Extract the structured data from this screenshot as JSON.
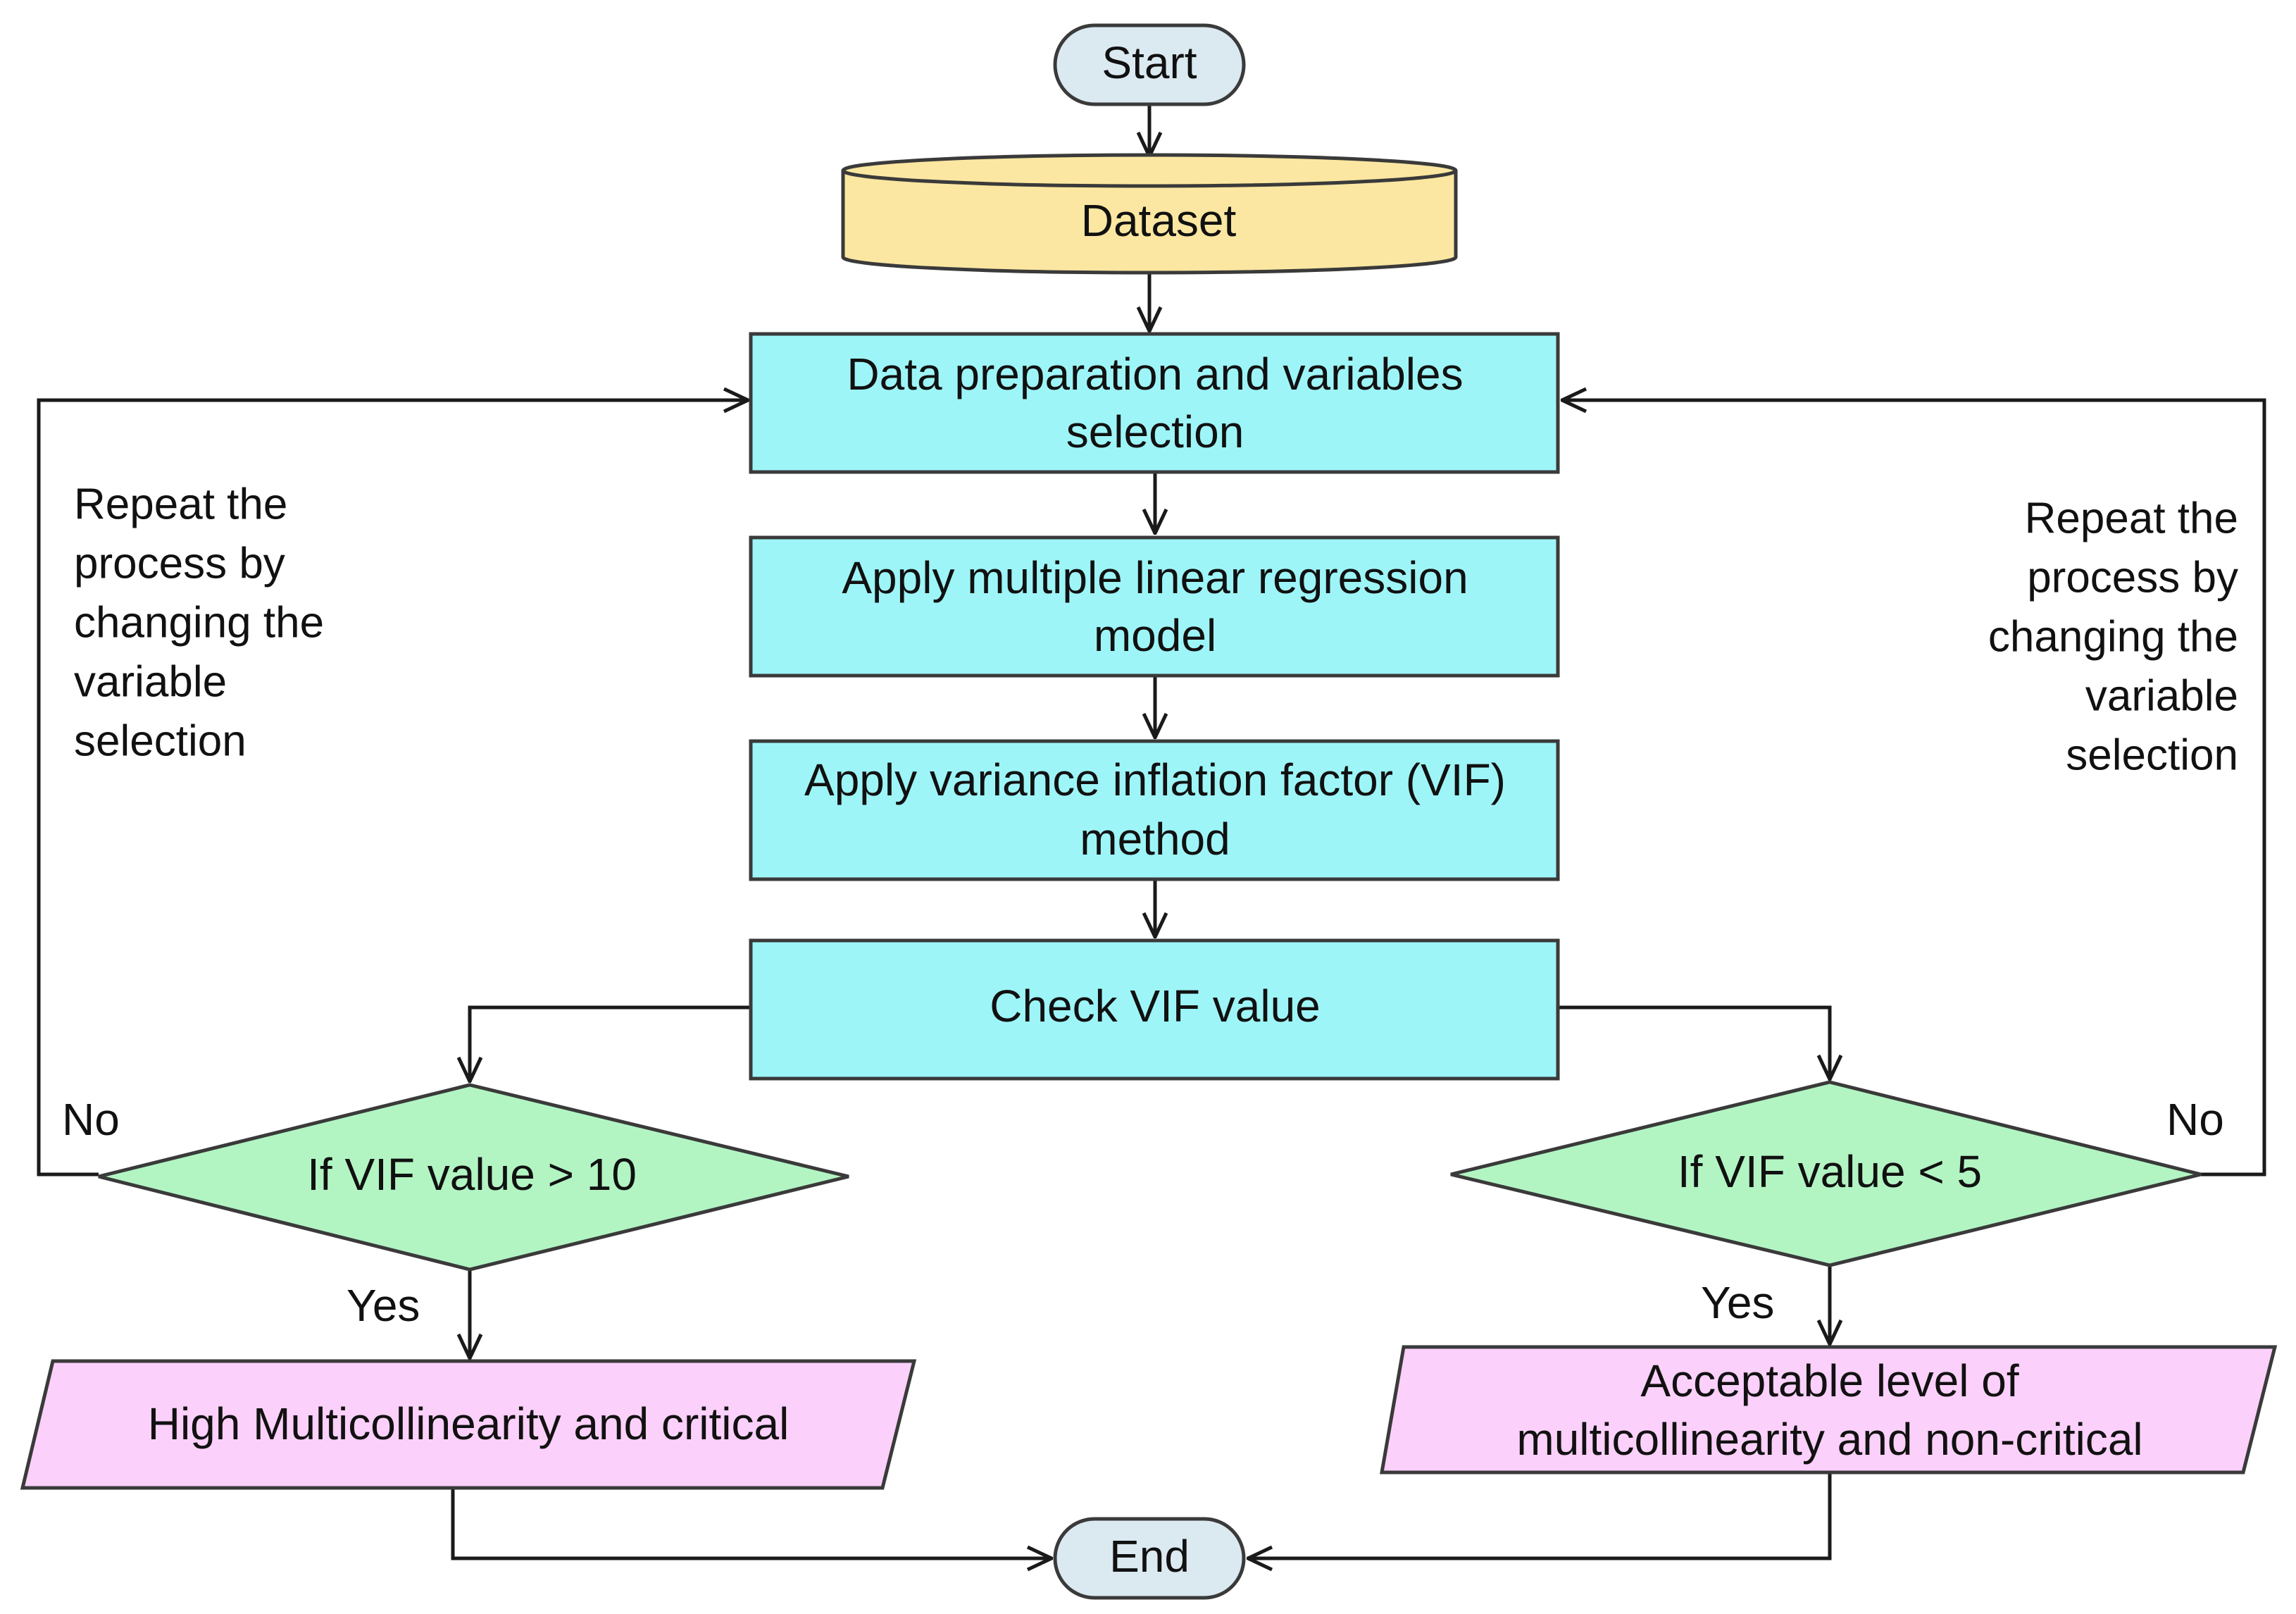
{
  "nodes": {
    "start": {
      "label": "Start"
    },
    "dataset": {
      "label": "Dataset"
    },
    "data_prep": {
      "lines": [
        "Data preparation and variables",
        "selection"
      ]
    },
    "mlr": {
      "lines": [
        "Apply multiple linear regression",
        "model"
      ]
    },
    "vif_method": {
      "lines": [
        "Apply variance inflation factor (VIF)",
        "method"
      ]
    },
    "check_vif": {
      "label": "Check VIF value"
    },
    "decision_high": {
      "label": "If VIF value > 10"
    },
    "decision_low": {
      "label": "If VIF value < 5"
    },
    "result_high": {
      "label": "High Multicollinearity and critical"
    },
    "result_low": {
      "lines": [
        "Acceptable level of",
        "multicollinearity and non-critical"
      ]
    },
    "end": {
      "label": "End"
    }
  },
  "branch_labels": {
    "left_no": "No",
    "left_yes": "Yes",
    "right_no": "No",
    "right_yes": "Yes"
  },
  "side_notes": {
    "left": [
      "Repeat the",
      "process by",
      "changing the",
      "variable",
      "selection"
    ],
    "right": [
      "Repeat the",
      "process by",
      "changing the",
      "variable",
      "selection"
    ]
  },
  "colors": {
    "terminal_fill": "#dbe9f1",
    "dataset_fill": "#fbe7a1",
    "process_fill": "#9ef5f8",
    "decision_fill": "#b2f5c3",
    "result_fill": "#fbd0fa",
    "line": "#1a1a1a"
  }
}
